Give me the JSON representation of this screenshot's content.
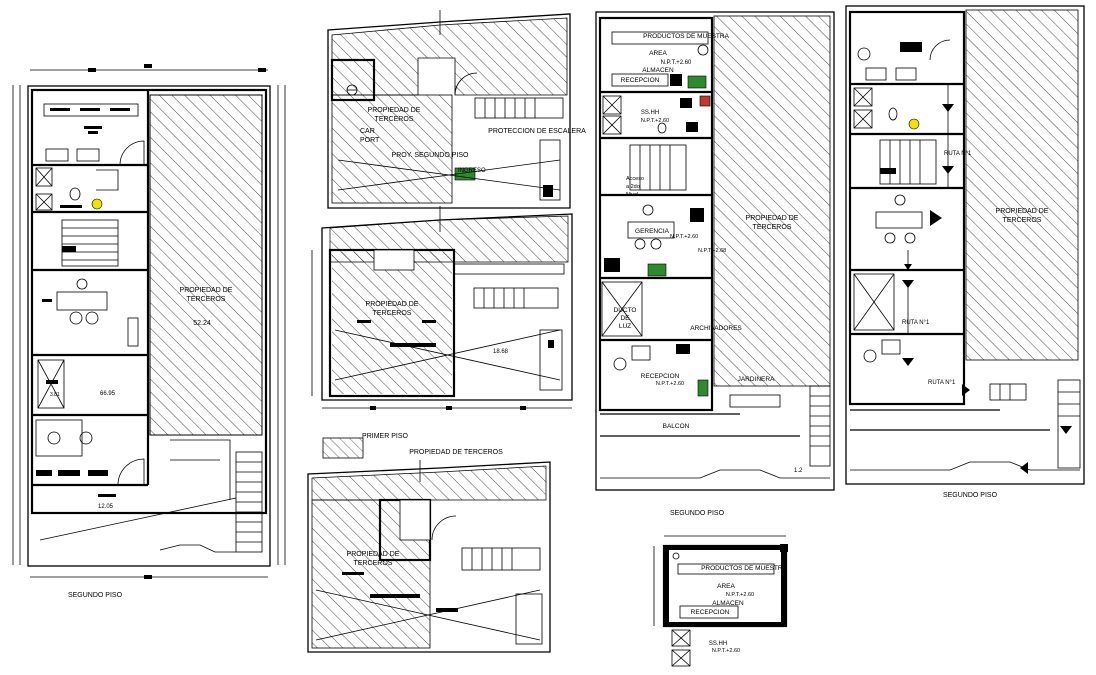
{
  "colors": {
    "ink": "#000000",
    "paper": "#ffffff",
    "accent_green": "#2f8a2f",
    "accent_red": "#c0392b",
    "accent_yellow": "#f2e200"
  },
  "plan1": {
    "room_third": "PROPIEDAD DE\nTERCEROS",
    "area_total": "52.24",
    "area_mid": "66.95",
    "area_low": "12.05",
    "dim_small": "3.81",
    "title": "SEGUNDO PISO"
  },
  "plan2": {
    "room_third": "PROPIEDAD DE\nTERCEROS",
    "carport": "CAR\nPORT",
    "stair_protect": "PROTECCION DE ESCALERA",
    "proj_second": "PROY. SEGUNDO PISO",
    "entry": "INGRESO"
  },
  "plan3": {
    "room_third": "PROPIEDAD DE\nTERCEROS",
    "area_value": "18.68",
    "title": "PRIMER PISO",
    "owners_note": "PROPIEDAD DE TERCEROS"
  },
  "plan4": {
    "room_third": "PROPIEDAD DE\nTERCEROS"
  },
  "plan5": {
    "sample_products": "PRODUCTOS DE MUESTRA",
    "area": "AREA",
    "npt_a": "N.P.T.+2.60",
    "storage": "ALMACEN",
    "reception": "RECEPCION",
    "ss_hh": "SS.HH",
    "npt_b": "N.P.T.+2.60",
    "access_level": "Acceso\na 2do\nNivel",
    "manager": "GERENCIA",
    "npt_c": "N.P.T.+2.60",
    "npt_d": "N.P.T.+2.68",
    "duct": "DUCTO\nDE\nLUZ",
    "archives": "ARCHIVADORES",
    "reception_b": "RECEPCION",
    "npt_e": "N.P.T.+2.60",
    "garden": "JARDINERA",
    "balcony": "BALCON",
    "room_third": "PROPIEDAD DE\nTERCEROS",
    "dim": "1.2",
    "title": "SEGUNDO PISO"
  },
  "plan6": {
    "route_a": "RUTA N°1",
    "route_b": "RUTA N°1",
    "route_c": "RUTA N°1",
    "room_third": "PROPIEDAD DE\nTERCEROS",
    "title": "SEGUNDO PISO"
  },
  "detail": {
    "sample_products": "PRODUCTOS DE MUESTRA",
    "area": "AREA",
    "npt_a": "N.P.T.+2.60",
    "storage": "ALMACEN",
    "reception": "RECEPCION",
    "ss_hh": "SS.HH",
    "npt_b": "N.P.T.+2.60"
  }
}
